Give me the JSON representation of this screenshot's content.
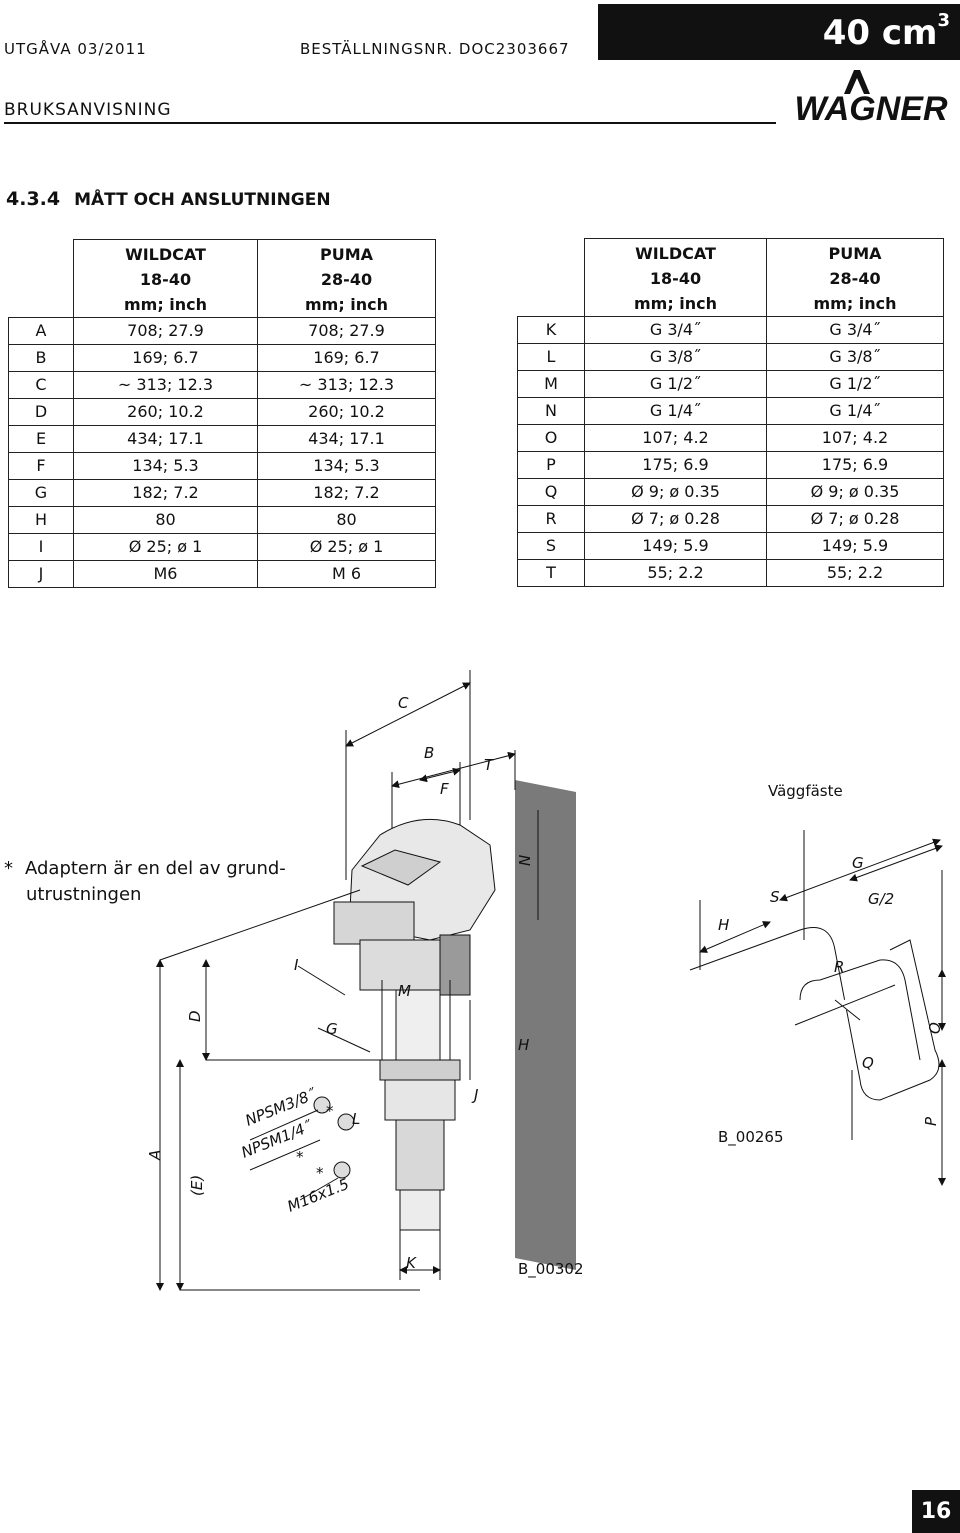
{
  "header": {
    "edition": "UTGÅVA 03/2011",
    "order_no": "BESTÄLLNINGSNR. DOC2303667",
    "manual": "BRUKSANVISNING",
    "volume": "40 cm",
    "volume_sup": "3",
    "brand": "WAGNER"
  },
  "section": {
    "number": "4.3.4",
    "title": "MÅTT OCH ANSLUTNINGEN"
  },
  "table_left": {
    "columns": [
      {
        "line1": "WILDCAT",
        "line2": "18-40",
        "line3": "mm; inch"
      },
      {
        "line1": "PUMA",
        "line2": "28-40",
        "line3": "mm; inch"
      }
    ],
    "rows": [
      {
        "key": "A",
        "wildcat": "708; 27.9",
        "puma": "708; 27.9"
      },
      {
        "key": "B",
        "wildcat": "169; 6.7",
        "puma": "169; 6.7"
      },
      {
        "key": "C",
        "wildcat": "~ 313; 12.3",
        "puma": "~ 313; 12.3"
      },
      {
        "key": "D",
        "wildcat": "260; 10.2",
        "puma": "260; 10.2"
      },
      {
        "key": "E",
        "wildcat": "434; 17.1",
        "puma": "434; 17.1"
      },
      {
        "key": "F",
        "wildcat": "134; 5.3",
        "puma": "134; 5.3"
      },
      {
        "key": "G",
        "wildcat": "182; 7.2",
        "puma": "182; 7.2"
      },
      {
        "key": "H",
        "wildcat": "80",
        "puma": "80"
      },
      {
        "key": "I",
        "wildcat": "Ø 25; ø 1",
        "puma": "Ø 25; ø 1"
      },
      {
        "key": "J",
        "wildcat": "M6",
        "puma": "M 6"
      }
    ]
  },
  "table_right": {
    "columns": [
      {
        "line1": "WILDCAT",
        "line2": "18-40",
        "line3": "mm; inch"
      },
      {
        "line1": "PUMA",
        "line2": "28-40",
        "line3": "mm; inch"
      }
    ],
    "rows": [
      {
        "key": "K",
        "wildcat": "G 3/4˝",
        "puma": "G 3/4˝"
      },
      {
        "key": "L",
        "wildcat": "G 3/8˝",
        "puma": "G 3/8˝"
      },
      {
        "key": "M",
        "wildcat": "G 1/2˝",
        "puma": "G 1/2˝"
      },
      {
        "key": "N",
        "wildcat": "G 1/4˝",
        "puma": "G 1/4˝"
      },
      {
        "key": "O",
        "wildcat": "107; 4.2",
        "puma": "107; 4.2"
      },
      {
        "key": "P",
        "wildcat": "175; 6.9",
        "puma": "175; 6.9"
      },
      {
        "key": "Q",
        "wildcat": "Ø 9; ø 0.35",
        "puma": "Ø 9; ø 0.35"
      },
      {
        "key": "R",
        "wildcat": "Ø 7; ø 0.28",
        "puma": "Ø 7; ø 0.28"
      },
      {
        "key": "S",
        "wildcat": "149; 5.9",
        "puma": "149; 5.9"
      },
      {
        "key": "T",
        "wildcat": "55; 2.2",
        "puma": "55; 2.2"
      }
    ]
  },
  "note": {
    "star": "*",
    "line1": "Adaptern är en del av grund-",
    "line2": "utrustningen"
  },
  "drawing": {
    "wall_bracket_title": "Väggfäste",
    "labels": {
      "A": "A",
      "B": "B",
      "C": "C",
      "D": "D",
      "E": "(E)",
      "F": "F",
      "G": "G",
      "H": "H",
      "I": "I",
      "J": "J",
      "K": "K",
      "L": "L",
      "M": "M",
      "N": "N",
      "T": "T",
      "S": "S",
      "G2": "G/2",
      "R": "R",
      "O": "O",
      "Q": "Q",
      "P": "P",
      "npsm38": "NPSM3/8˝",
      "npsm14": "NPSM1/4˝",
      "m16": "M16x1.5",
      "star": "*"
    },
    "codes": {
      "pump": "B_00302",
      "bracket": "B_00265"
    }
  },
  "page_number": "16"
}
